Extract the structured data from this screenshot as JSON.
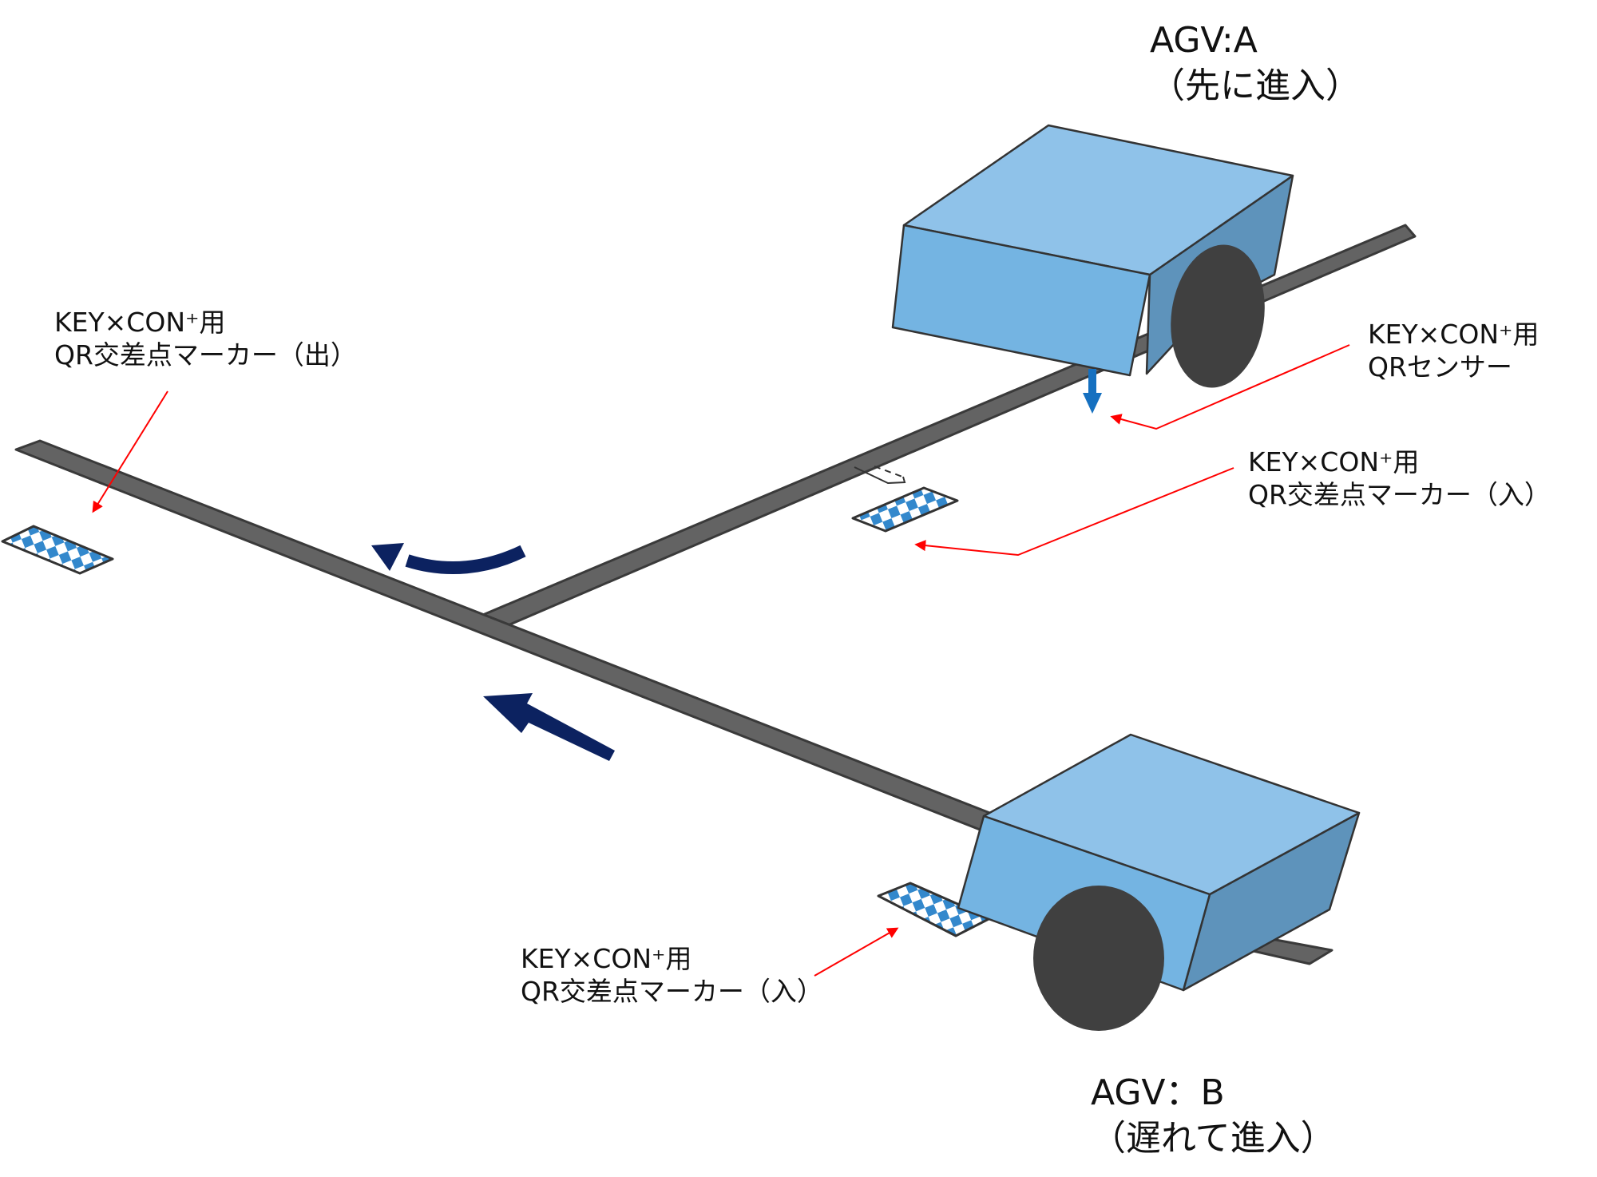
{
  "colors": {
    "track": "#636363",
    "track_outline": "#3a3a3a",
    "agv_top": "#8fc2e9",
    "agv_front": "#74b4e2",
    "agv_side": "#5e93bb",
    "wheel": "#404040",
    "marker_blue": "#3388cc",
    "direction_arrow": "#0c2260",
    "sensor_arrow": "#1570c0",
    "callout_red": "#ff0000"
  },
  "agv_a": {
    "name": "AGV:A",
    "note": "（先に進入）"
  },
  "agv_b": {
    "name": "AGV：B",
    "note": "（遅れて進入）"
  },
  "callouts": {
    "exit_marker": {
      "line1": "KEY×CON⁺用",
      "line2": "QR交差点マーカー（出）"
    },
    "qr_sensor": {
      "line1": "KEY×CON⁺用",
      "line2": "QRセンサー"
    },
    "entry_marker_a": {
      "line1": "KEY×CON⁺用",
      "line2": "QR交差点マーカー（入）"
    },
    "entry_marker_b": {
      "line1": "KEY×CON⁺用",
      "line2": "QR交差点マーカー（入）"
    }
  }
}
